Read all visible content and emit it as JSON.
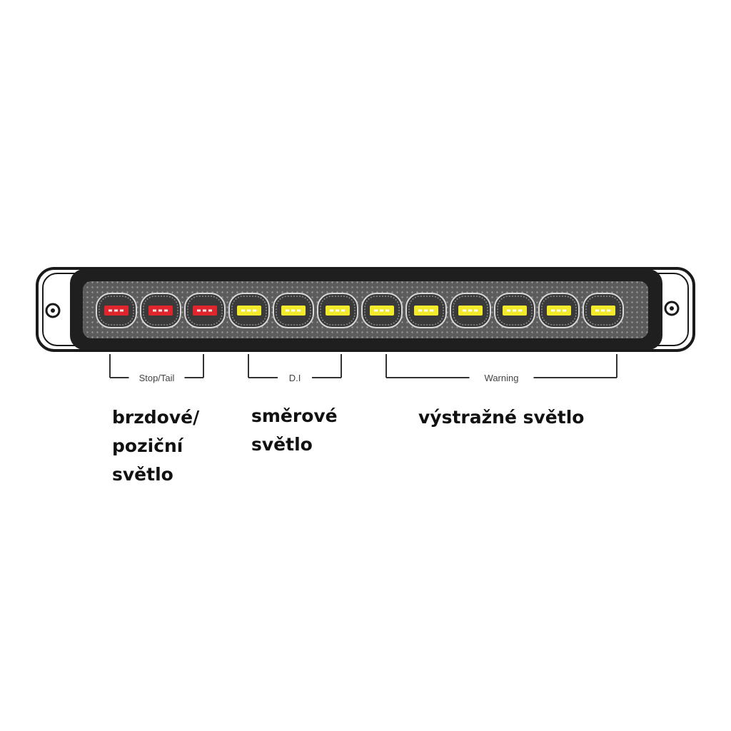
{
  "diagram": {
    "led_colors": {
      "red_lens": "#e0262c",
      "amber_lens": "#f2ea2a",
      "housing": "#1f1f1f",
      "panel": "#5c5c5c",
      "bracket_line": "#333333"
    },
    "modules": [
      {
        "color": "red"
      },
      {
        "color": "red"
      },
      {
        "color": "red"
      },
      {
        "color": "amber"
      },
      {
        "color": "amber"
      },
      {
        "color": "amber"
      },
      {
        "color": "amber"
      },
      {
        "color": "amber"
      },
      {
        "color": "amber"
      },
      {
        "color": "amber"
      },
      {
        "color": "amber"
      },
      {
        "color": "amber"
      }
    ],
    "brackets": [
      {
        "label": "Stop/Tail"
      },
      {
        "label": "D.I"
      },
      {
        "label": "Warning"
      }
    ]
  },
  "captions": {
    "stop_tail": [
      "brzdové/",
      "poziční",
      "světlo"
    ],
    "direction": [
      "směrové",
      "světlo"
    ],
    "warning": [
      "výstražné světlo"
    ]
  }
}
